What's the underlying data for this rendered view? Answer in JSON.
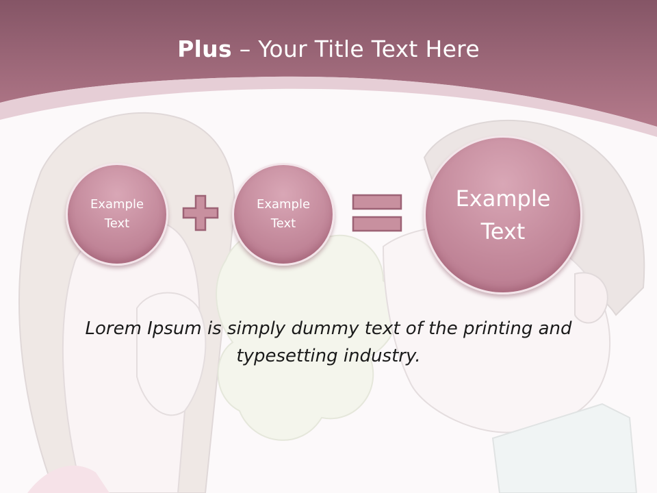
{
  "header": {
    "title_bold": "Plus",
    "title_rest": " – Your Title Text Here"
  },
  "equation": {
    "left_circle": "Example\nText",
    "middle_circle": "Example\nText",
    "result_circle": "Example\nText",
    "plus_icon": "plus-icon",
    "equals_icon": "equals-icon"
  },
  "caption": "Lorem Ipsum is simply dummy text of the printing and typesetting industry.",
  "colors": {
    "header_band": "#a86a7e",
    "circle_fill": "#c48a9c",
    "operator_fill": "#c8909f",
    "text_dark": "#1a1a1a"
  }
}
